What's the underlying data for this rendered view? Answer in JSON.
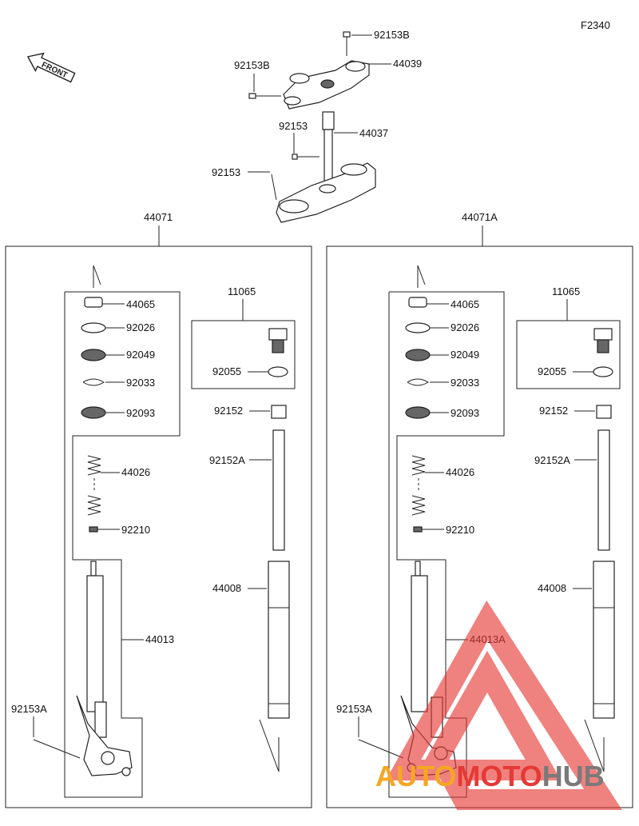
{
  "figure_code": "F2340",
  "front_label": "FRONT",
  "top": {
    "bolt_top": "92153B",
    "bolt_left": "92153B",
    "upper_clamp": "44039",
    "steering_bolt": "92153",
    "stem": "44037",
    "stem_bolt": "92153"
  },
  "left_assy": {
    "title": "44071",
    "c44065": "44065",
    "c92026": "92026",
    "c92049": "92049",
    "c92033": "92033",
    "c92093": "92093",
    "c44026": "44026",
    "c92210": "92210",
    "c44013": "44013",
    "c92153a": "92153A",
    "c11065": "11065",
    "c92055": "92055",
    "c92152": "92152",
    "c92152a": "92152A",
    "c44008": "44008"
  },
  "right_assy": {
    "title": "44071A",
    "c44065": "44065",
    "c92026": "92026",
    "c92049": "92049",
    "c92033": "92033",
    "c92093": "92093",
    "c44026": "44026",
    "c92210": "92210",
    "c44013": "44013A",
    "c92153a": "92153A",
    "c11065": "11065",
    "c92055": "92055",
    "c92152": "92152",
    "c92152a": "92152A",
    "c44008": "44008"
  },
  "watermark": {
    "part1": "AUTO",
    "part2": "MOTO",
    "part3": "HUB"
  },
  "colors": {
    "watermark_red": "#e53935",
    "watermark_orange": "#f6a623",
    "watermark_gray": "#7a7a7a"
  }
}
